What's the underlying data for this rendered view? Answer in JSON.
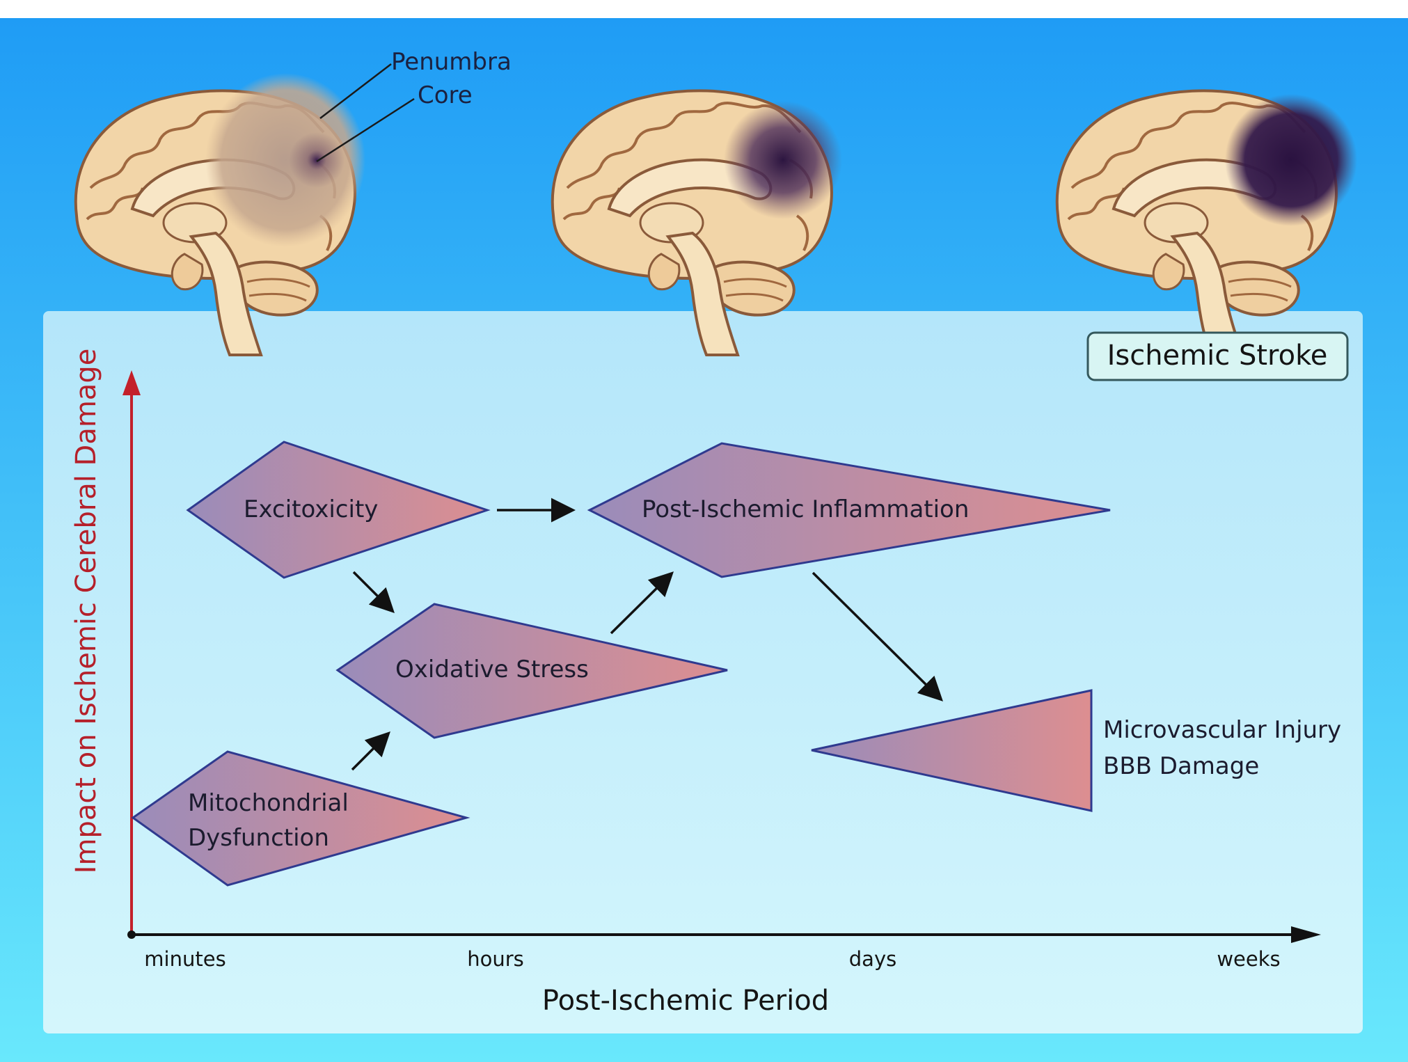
{
  "brain_labels": {
    "penumbra": "Penumbra",
    "core": "Core"
  },
  "title_box": "Ischemic Stroke",
  "axes": {
    "y_label": "Impact on Ischemic Cerebral Damage",
    "x_label": "Post-Ischemic Period",
    "x_ticks": [
      "minutes",
      "hours",
      "days",
      "weeks"
    ]
  },
  "processes": {
    "excitotoxicity": "Excitoxicity",
    "inflammation": "Post-Ischemic Inflammation",
    "oxidative": "Oxidative Stress",
    "mito_line1": "Mitochondrial",
    "mito_line2": "Dysfunction",
    "micro_line1": "Microvascular Injury",
    "micro_line2": "BBB Damage"
  },
  "colors": {
    "background_top": "#1f9cf5",
    "background_bottom": "#69e8fc",
    "panel": "#c6effb",
    "shape_fill_left": "#9b8cb8",
    "shape_fill_right": "#d98f92",
    "shape_stroke": "#2f3a8f",
    "y_axis": "#c3202a",
    "x_axis": "#111111",
    "title_box_fill": "#d8f5f3",
    "title_box_stroke": "#34585c"
  }
}
